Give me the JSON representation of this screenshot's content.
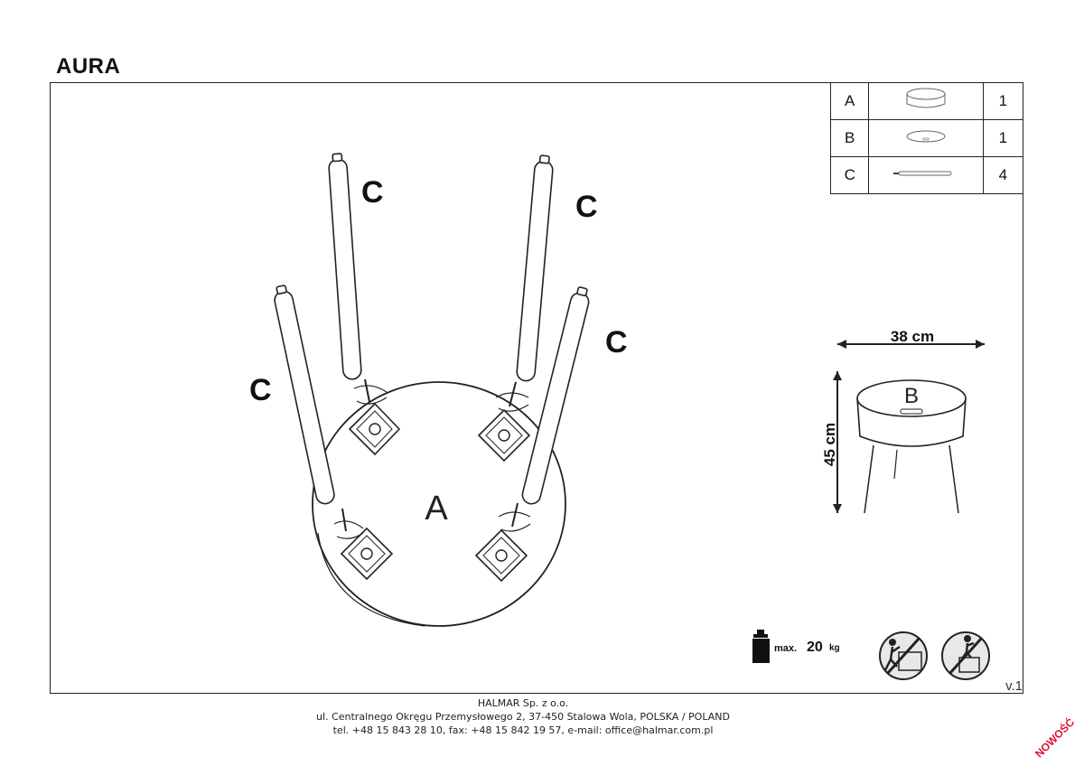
{
  "title": "AURA",
  "parts": [
    {
      "label": "A",
      "icon": "tabletop-icon",
      "qty": "1"
    },
    {
      "label": "B",
      "icon": "lid-icon",
      "qty": "1"
    },
    {
      "label": "C",
      "icon": "leg-icon",
      "qty": "4"
    }
  ],
  "assembly": {
    "part_a_label": "A",
    "leg_labels": [
      "C",
      "C",
      "C",
      "C"
    ]
  },
  "dimensions": {
    "width": "38 cm",
    "height": "45 cm",
    "lid_label": "B"
  },
  "max_load": {
    "label": "max.",
    "value": "20",
    "unit": "kg"
  },
  "warnings": [
    "no-climbing-icon",
    "no-standing-icon"
  ],
  "version": "v.1",
  "footer": {
    "company": "HALMAR Sp. z o.o.",
    "address": "ul. Centralnego Okręgu Przemysłowego 2, 37-450 Stalowa Wola, POLSKA / POLAND",
    "contact": "tel. +48 15 843 28 10, fax: +48 15 842 19 57, e-mail: office@halmar.com.pl"
  },
  "badge": "NOWOŚĆ",
  "colors": {
    "line": "#222222",
    "badge": "#e0102a"
  }
}
